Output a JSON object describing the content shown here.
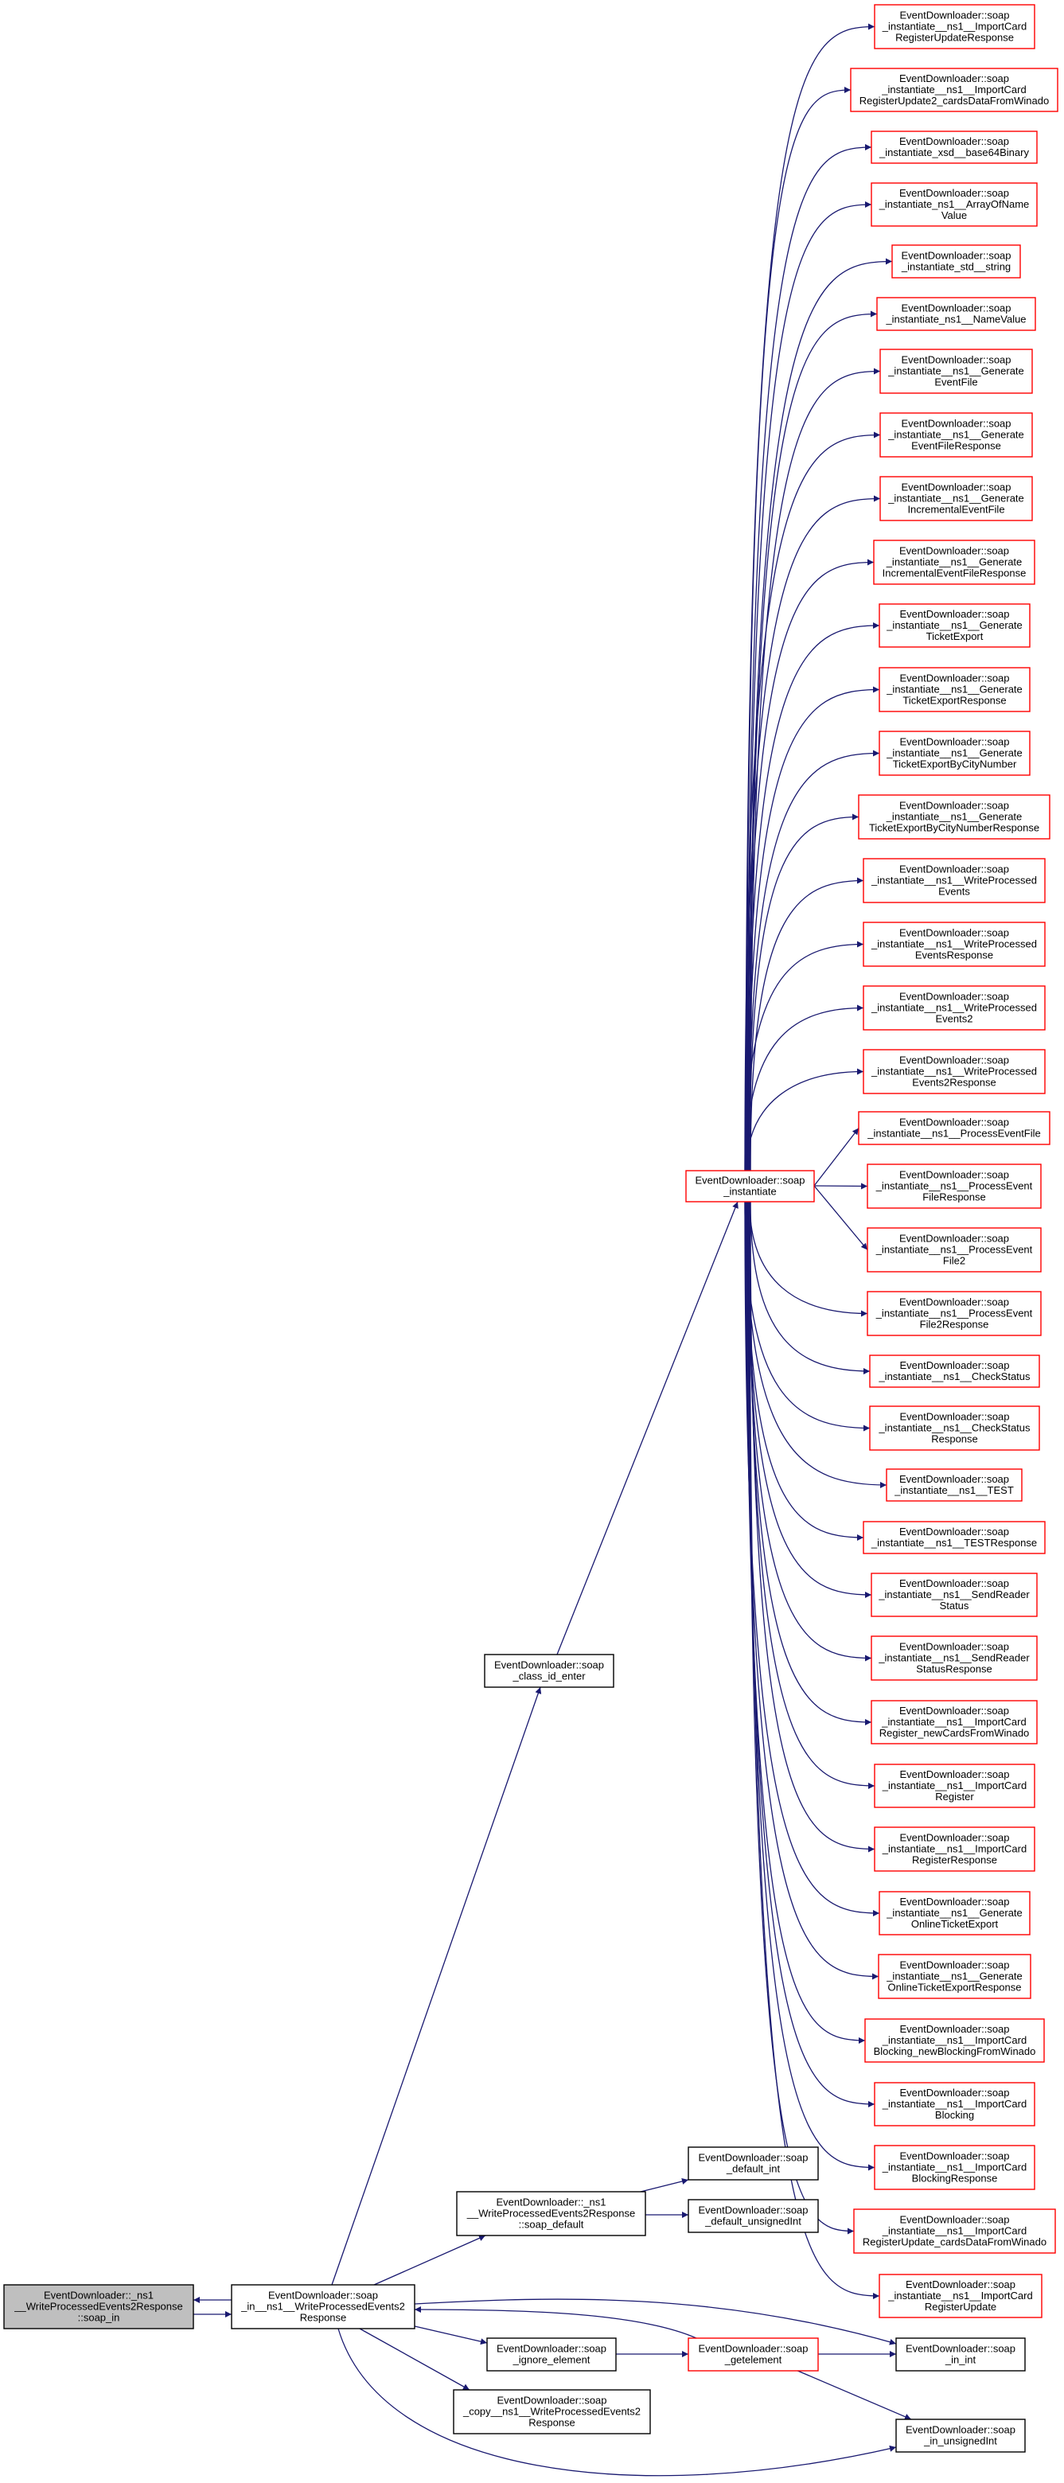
{
  "colors": {
    "edge": "#191970",
    "focus_fill": "#bfbfbf",
    "node_border": "#000000",
    "truncated_border": "#ff0000",
    "node_fill": "#ffffff"
  },
  "nodes": [
    {
      "id": "soap_in",
      "style": "focus",
      "lines": [
        "EventDownloader::_ns1",
        "__WriteProcessedEvents2Response",
        "::soap_in"
      ]
    },
    {
      "id": "in_ns1",
      "style": "normal",
      "lines": [
        "EventDownloader::soap",
        "_in__ns1__WriteProcessedEvents2",
        "Response"
      ]
    },
    {
      "id": "class_id_enter",
      "style": "normal",
      "lines": [
        "EventDownloader::soap",
        "_class_id_enter"
      ]
    },
    {
      "id": "soap_default",
      "style": "normal",
      "lines": [
        "EventDownloader::_ns1",
        "__WriteProcessedEvents2Response",
        "::soap_default"
      ]
    },
    {
      "id": "default_int",
      "style": "normal",
      "lines": [
        "EventDownloader::soap",
        "_default_int"
      ]
    },
    {
      "id": "default_unsignedInt",
      "style": "normal",
      "lines": [
        "EventDownloader::soap",
        "_default_unsignedInt"
      ]
    },
    {
      "id": "ignore_element",
      "style": "normal",
      "lines": [
        "EventDownloader::soap",
        "_ignore_element"
      ]
    },
    {
      "id": "getelement",
      "style": "truncated",
      "lines": [
        "EventDownloader::soap",
        "_getelement"
      ]
    },
    {
      "id": "in_int",
      "style": "normal",
      "lines": [
        "EventDownloader::soap",
        "_in_int"
      ]
    },
    {
      "id": "copy",
      "style": "normal",
      "lines": [
        "EventDownloader::soap",
        "_copy__ns1__WriteProcessedEvents2",
        "Response"
      ]
    },
    {
      "id": "in_unsignedInt",
      "style": "normal",
      "lines": [
        "EventDownloader::soap",
        "_in_unsignedInt"
      ]
    },
    {
      "id": "instantiate",
      "style": "truncated",
      "lines": [
        "EventDownloader::soap",
        "_instantiate"
      ]
    },
    {
      "id": "r1",
      "style": "truncated",
      "lines": [
        "EventDownloader::soap",
        "_instantiate__ns1__ImportCard",
        "RegisterUpdateResponse"
      ]
    },
    {
      "id": "r2",
      "style": "truncated",
      "lines": [
        "EventDownloader::soap",
        "_instantiate__ns1__ImportCard",
        "RegisterUpdate2_cardsDataFromWinado"
      ]
    },
    {
      "id": "r3",
      "style": "truncated",
      "lines": [
        "EventDownloader::soap",
        "_instantiate_xsd__base64Binary"
      ]
    },
    {
      "id": "r4",
      "style": "truncated",
      "lines": [
        "EventDownloader::soap",
        "_instantiate_ns1__ArrayOfName",
        "Value"
      ]
    },
    {
      "id": "r5",
      "style": "truncated",
      "lines": [
        "EventDownloader::soap",
        "_instantiate_std__string"
      ]
    },
    {
      "id": "r6",
      "style": "truncated",
      "lines": [
        "EventDownloader::soap",
        "_instantiate_ns1__NameValue"
      ]
    },
    {
      "id": "r7",
      "style": "truncated",
      "lines": [
        "EventDownloader::soap",
        "_instantiate__ns1__Generate",
        "EventFile"
      ]
    },
    {
      "id": "r8",
      "style": "truncated",
      "lines": [
        "EventDownloader::soap",
        "_instantiate__ns1__Generate",
        "EventFileResponse"
      ]
    },
    {
      "id": "r9",
      "style": "truncated",
      "lines": [
        "EventDownloader::soap",
        "_instantiate__ns1__Generate",
        "IncrementalEventFile"
      ]
    },
    {
      "id": "r10",
      "style": "truncated",
      "lines": [
        "EventDownloader::soap",
        "_instantiate__ns1__Generate",
        "IncrementalEventFileResponse"
      ]
    },
    {
      "id": "r11",
      "style": "truncated",
      "lines": [
        "EventDownloader::soap",
        "_instantiate__ns1__Generate",
        "TicketExport"
      ]
    },
    {
      "id": "r12",
      "style": "truncated",
      "lines": [
        "EventDownloader::soap",
        "_instantiate__ns1__Generate",
        "TicketExportResponse"
      ]
    },
    {
      "id": "r13",
      "style": "truncated",
      "lines": [
        "EventDownloader::soap",
        "_instantiate__ns1__Generate",
        "TicketExportByCityNumber"
      ]
    },
    {
      "id": "r14",
      "style": "truncated",
      "lines": [
        "EventDownloader::soap",
        "_instantiate__ns1__Generate",
        "TicketExportByCityNumberResponse"
      ]
    },
    {
      "id": "r15",
      "style": "truncated",
      "lines": [
        "EventDownloader::soap",
        "_instantiate__ns1__WriteProcessed",
        "Events"
      ]
    },
    {
      "id": "r16",
      "style": "truncated",
      "lines": [
        "EventDownloader::soap",
        "_instantiate__ns1__WriteProcessed",
        "EventsResponse"
      ]
    },
    {
      "id": "r17",
      "style": "truncated",
      "lines": [
        "EventDownloader::soap",
        "_instantiate__ns1__WriteProcessed",
        "Events2"
      ]
    },
    {
      "id": "r18",
      "style": "truncated",
      "lines": [
        "EventDownloader::soap",
        "_instantiate__ns1__WriteProcessed",
        "Events2Response"
      ]
    },
    {
      "id": "r19",
      "style": "truncated",
      "lines": [
        "EventDownloader::soap",
        "_instantiate__ns1__ProcessEventFile"
      ]
    },
    {
      "id": "r20",
      "style": "truncated",
      "lines": [
        "EventDownloader::soap",
        "_instantiate__ns1__ProcessEvent",
        "FileResponse"
      ]
    },
    {
      "id": "r21",
      "style": "truncated",
      "lines": [
        "EventDownloader::soap",
        "_instantiate__ns1__ProcessEvent",
        "File2"
      ]
    },
    {
      "id": "r22",
      "style": "truncated",
      "lines": [
        "EventDownloader::soap",
        "_instantiate__ns1__ProcessEvent",
        "File2Response"
      ]
    },
    {
      "id": "r23",
      "style": "truncated",
      "lines": [
        "EventDownloader::soap",
        "_instantiate__ns1__CheckStatus"
      ]
    },
    {
      "id": "r24",
      "style": "truncated",
      "lines": [
        "EventDownloader::soap",
        "_instantiate__ns1__CheckStatus",
        "Response"
      ]
    },
    {
      "id": "r25",
      "style": "truncated",
      "lines": [
        "EventDownloader::soap",
        "_instantiate__ns1__TEST"
      ]
    },
    {
      "id": "r26",
      "style": "truncated",
      "lines": [
        "EventDownloader::soap",
        "_instantiate__ns1__TESTResponse"
      ]
    },
    {
      "id": "r27",
      "style": "truncated",
      "lines": [
        "EventDownloader::soap",
        "_instantiate__ns1__SendReader",
        "Status"
      ]
    },
    {
      "id": "r28",
      "style": "truncated",
      "lines": [
        "EventDownloader::soap",
        "_instantiate__ns1__SendReader",
        "StatusResponse"
      ]
    },
    {
      "id": "r29",
      "style": "truncated",
      "lines": [
        "EventDownloader::soap",
        "_instantiate__ns1__ImportCard",
        "Register_newCardsFromWinado"
      ]
    },
    {
      "id": "r30",
      "style": "truncated",
      "lines": [
        "EventDownloader::soap",
        "_instantiate__ns1__ImportCard",
        "Register"
      ]
    },
    {
      "id": "r31",
      "style": "truncated",
      "lines": [
        "EventDownloader::soap",
        "_instantiate__ns1__ImportCard",
        "RegisterResponse"
      ]
    },
    {
      "id": "r32",
      "style": "truncated",
      "lines": [
        "EventDownloader::soap",
        "_instantiate__ns1__Generate",
        "OnlineTicketExport"
      ]
    },
    {
      "id": "r33",
      "style": "truncated",
      "lines": [
        "EventDownloader::soap",
        "_instantiate__ns1__Generate",
        "OnlineTicketExportResponse"
      ]
    },
    {
      "id": "r34",
      "style": "truncated",
      "lines": [
        "EventDownloader::soap",
        "_instantiate__ns1__ImportCard",
        "Blocking_newBlockingFromWinado"
      ]
    },
    {
      "id": "r35",
      "style": "truncated",
      "lines": [
        "EventDownloader::soap",
        "_instantiate__ns1__ImportCard",
        "Blocking"
      ]
    },
    {
      "id": "r36",
      "style": "truncated",
      "lines": [
        "EventDownloader::soap",
        "_instantiate__ns1__ImportCard",
        "BlockingResponse"
      ]
    },
    {
      "id": "r37",
      "style": "truncated",
      "lines": [
        "EventDownloader::soap",
        "_instantiate__ns1__ImportCard",
        "RegisterUpdate_cardsDataFromWinado"
      ]
    },
    {
      "id": "r38",
      "style": "truncated",
      "lines": [
        "EventDownloader::soap",
        "_instantiate__ns1__ImportCard",
        "RegisterUpdate"
      ]
    }
  ],
  "edges": [
    {
      "from": "in_ns1",
      "to": "soap_in"
    },
    {
      "from": "soap_in",
      "to": "in_ns1"
    },
    {
      "from": "in_ns1",
      "to": "class_id_enter"
    },
    {
      "from": "class_id_enter",
      "to": "instantiate"
    },
    {
      "from": "in_ns1",
      "to": "soap_default"
    },
    {
      "from": "soap_default",
      "to": "default_int"
    },
    {
      "from": "soap_default",
      "to": "default_unsignedInt"
    },
    {
      "from": "in_ns1",
      "to": "ignore_element"
    },
    {
      "from": "in_ns1",
      "to": "copy"
    },
    {
      "from": "in_ns1",
      "to": "in_int"
    },
    {
      "from": "in_ns1",
      "to": "in_unsignedInt"
    },
    {
      "from": "getelement",
      "to": "in_ns1"
    },
    {
      "from": "ignore_element",
      "to": "getelement"
    },
    {
      "from": "getelement",
      "to": "in_int"
    },
    {
      "from": "getelement",
      "to": "in_unsignedInt"
    }
  ]
}
